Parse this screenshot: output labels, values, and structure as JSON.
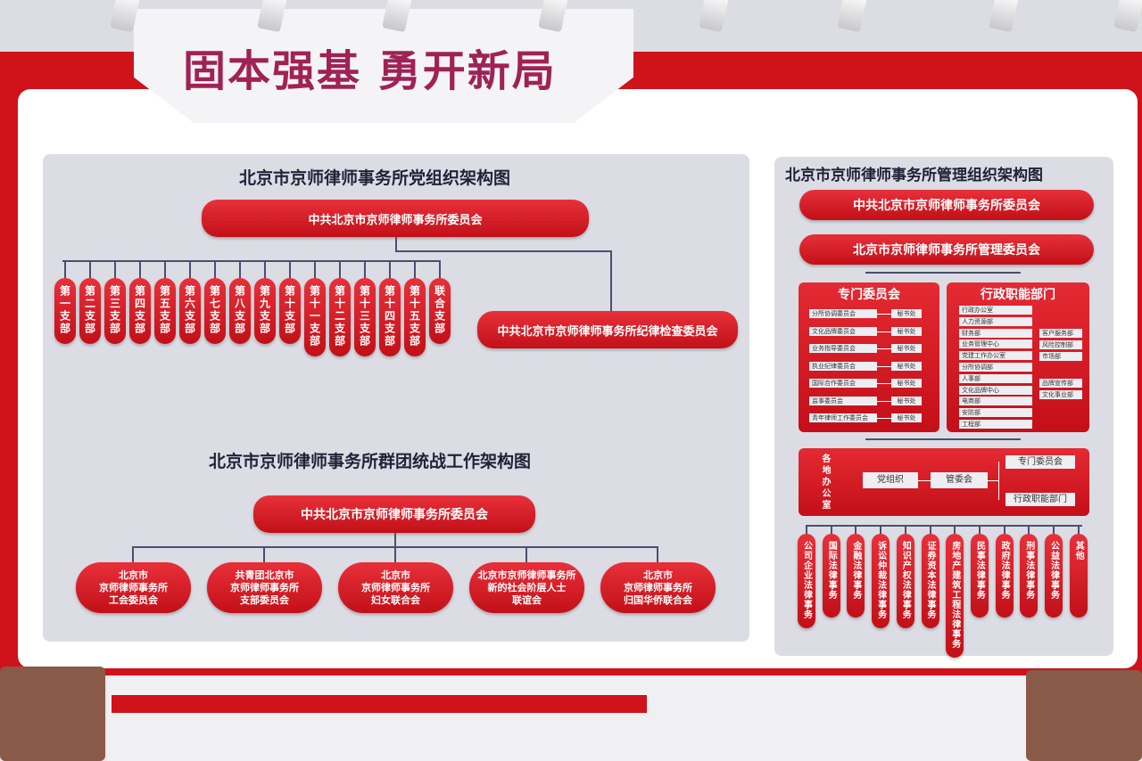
{
  "banner": {
    "title": "固本强基 勇开新局"
  },
  "party": {
    "title": "北京市京师律师事务所党组织架构图",
    "root": "中共北京市京师律师事务所委员会",
    "branches": [
      "第一支部",
      "第二支部",
      "第三支部",
      "第四支部",
      "第五支部",
      "第六支部",
      "第七支部",
      "第八支部",
      "第九支部",
      "第十支部",
      "第十一支部",
      "第十二支部",
      "第十三支部",
      "第十四支部",
      "第十五支部",
      "联合支部"
    ],
    "discipline": "中共北京市京师律师事务所纪律检查委员会"
  },
  "united": {
    "title": "北京市京师律师事务所群团统战工作架构图",
    "root": "中共北京市京师律师事务所委员会",
    "orgs": [
      "北京市\n京师律师事务所\n工会委员会",
      "共青团北京市\n京师律师事务所\n支部委员会",
      "北京市\n京师律师事务所\n妇女联合会",
      "北京市京师律师事务所\n新的社会阶层人士\n联谊会",
      "北京市\n京师律师事务所\n归国华侨联合会"
    ]
  },
  "management": {
    "title": "北京市京师律师事务所管理组织架构图",
    "party_committee": "中共北京市京师律师事务所委员会",
    "mgmt_committee": "北京市京师律师事务所管理委员会",
    "special": {
      "title": "专门委员会",
      "items": [
        "分所协调委员会",
        "文化品牌委员会",
        "业务指导委员会",
        "执业纪律委员会",
        "国际合作委员会",
        "监事委员会",
        "青年律师工作委员会"
      ],
      "secretariat": "秘书处"
    },
    "admin": {
      "title": "行政职能部门",
      "items": [
        "行政办公室",
        "人力资源部",
        "财务部",
        "业务管理中心",
        "党建工作办公室",
        "分所协调部",
        "人事部",
        "文化品牌中心",
        "电商部",
        "安防部",
        "工程部"
      ],
      "sub_business": [
        "客户服务部",
        "风险控制部",
        "市场部"
      ],
      "sub_brand": [
        "品牌宣传部",
        "文化事业部"
      ]
    },
    "offices": {
      "label": "各地办公室",
      "party_org": "党组织",
      "mgmt": "管委会",
      "special": "专门委员会",
      "admin": "行政职能部门"
    },
    "practices": [
      "公司企业法律事务",
      "国际法律事务",
      "金融法律事务",
      "诉讼仲裁法律事务",
      "知识产权法律事务",
      "证券资本法律事务",
      "房地产建筑工程法律事务",
      "民事法律事务",
      "政府法律事务",
      "刑事法律事务",
      "公益法律事务",
      "其他"
    ]
  },
  "colors": {
    "red": "#d0121b",
    "title": "#a02255",
    "navy": "#1e2238"
  }
}
